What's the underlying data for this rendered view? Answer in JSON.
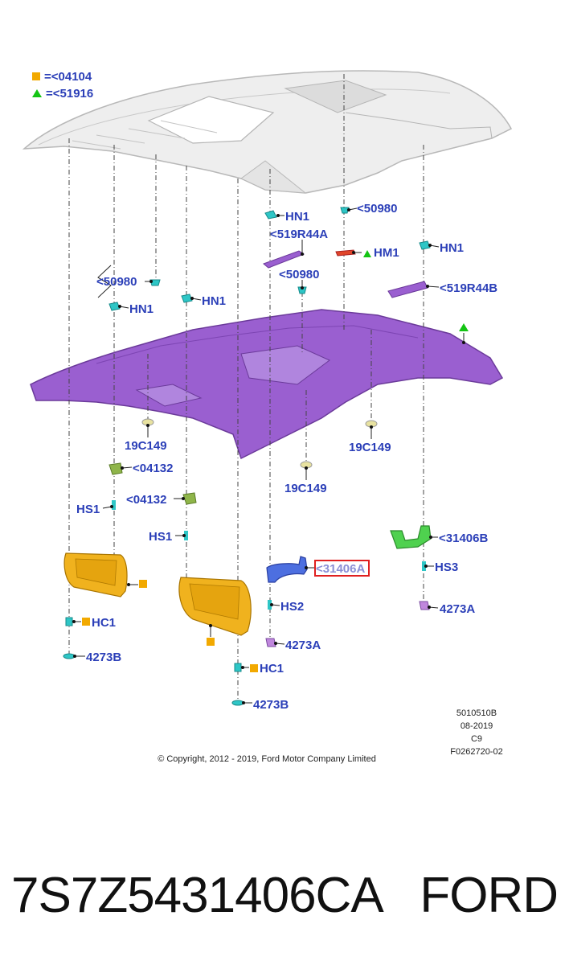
{
  "legend": {
    "square_label": "=<04104",
    "triangle_label": "=<51916",
    "square_color": "#f2a900",
    "triangle_color": "#14c414"
  },
  "callouts": {
    "hn1_top": "HN1",
    "hn1_right": "HN1",
    "hn1_left_a": "HN1",
    "hn1_left_b": "HN1",
    "c50980_top": "<50980",
    "c50980_mid": "<50980",
    "c50980_left": "<50980",
    "c519r44a": "<519R44A",
    "c519r44b": "<519R44B",
    "hm1": "HM1",
    "c19c149_left": "19C149",
    "c19c149_right": "19C149",
    "c19c149_mid": "19C149",
    "c04132_a": "<04132",
    "c04132_b": "<04132",
    "hs1_a": "HS1",
    "hs1_b": "HS1",
    "c31406b": "<31406B",
    "c31406a": "<31406A",
    "hs3": "HS3",
    "hs2": "HS2",
    "c4273a_right": "4273A",
    "c4273a_mid": "4273A",
    "hc1_left": "HC1",
    "hc1_mid": "HC1",
    "c4273b_left": "4273B",
    "c4273b_mid": "4273B"
  },
  "meta": {
    "line1": "5010510B",
    "line2": "08-2019",
    "line3": "C9",
    "line4": "F0262720-02",
    "copyright": "© Copyright, 2012 - 2019, Ford Motor Company Limited"
  },
  "caption": {
    "part_number": "7S7Z5431406CA",
    "brand": "FORD"
  },
  "colors": {
    "callout_text": "#2b3fb8",
    "headliner": "#9a5fd0",
    "sun_visor": "#f0b21e",
    "grab_handle_front": "#4d6fe0",
    "grab_handle_rear": "#4fd14f",
    "clip": "#2ec6c6",
    "highlight_box": "#e02020"
  }
}
